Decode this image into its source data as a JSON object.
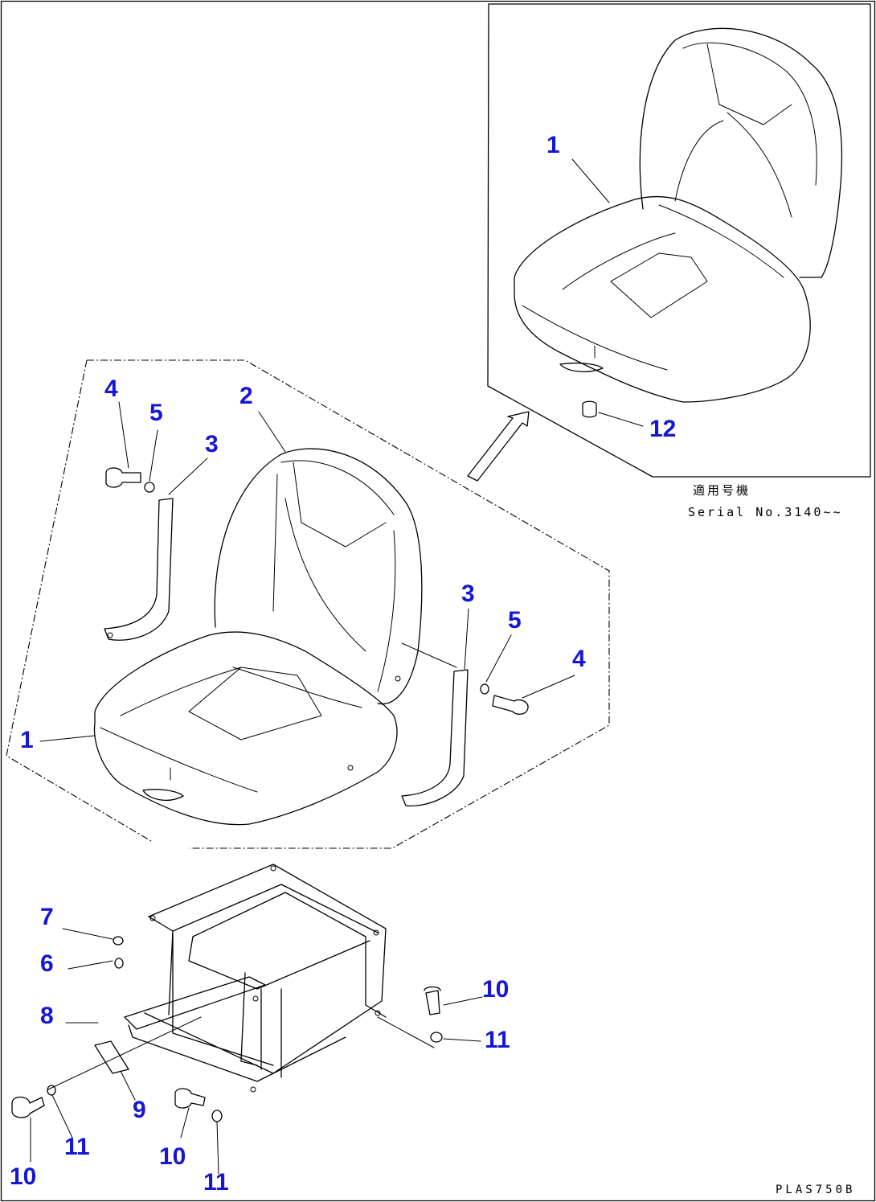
{
  "title": "",
  "applicability_note": {
    "line1": "適用号機",
    "line2": "Serial No.3140~~"
  },
  "drawing_code": "PLAS750B",
  "callouts": {
    "c1_inset": "1",
    "c12": "12",
    "c4_left": "4",
    "c5_left": "5",
    "c3_left": "3",
    "c2": "2",
    "c3_right": "3",
    "c5_right": "5",
    "c4_right": "4",
    "c1_main": "1",
    "c7": "7",
    "c6": "6",
    "c8": "8",
    "c9": "9",
    "c10_right": "10",
    "c11_right": "11",
    "c11_bl": "11",
    "c10_bl": "10",
    "c10_bm": "10",
    "c11_bm": "11"
  },
  "colors": {
    "callout": "#1616d8",
    "line": "#000000",
    "background": "#ffffff"
  }
}
